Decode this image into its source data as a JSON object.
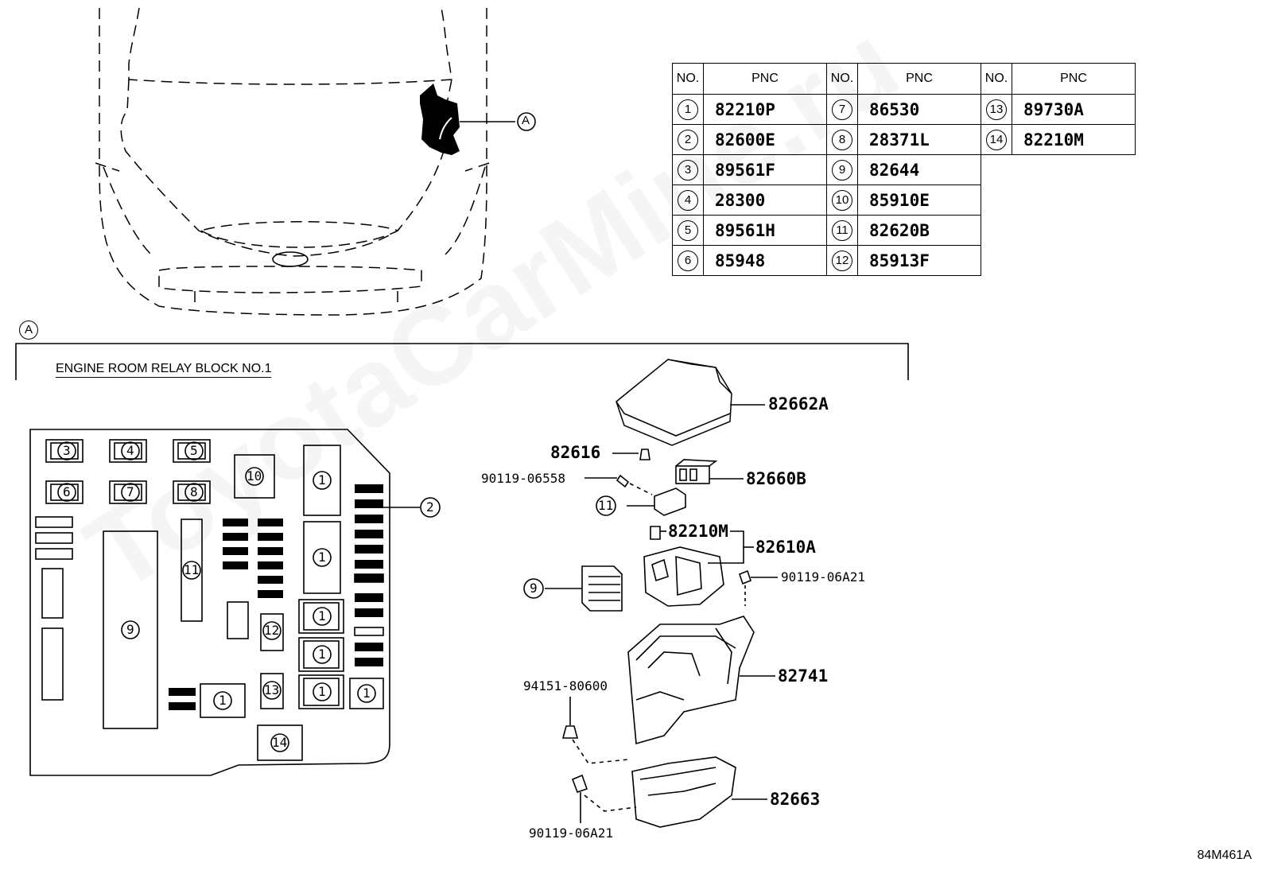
{
  "table": {
    "headers": [
      "NO.",
      "PNC",
      "NO.",
      "PNC",
      "NO.",
      "PNC"
    ],
    "rows": [
      [
        {
          "no": "1",
          "pnc": "82210P"
        },
        {
          "no": "7",
          "pnc": "86530"
        },
        {
          "no": "13",
          "pnc": "89730A"
        }
      ],
      [
        {
          "no": "2",
          "pnc": "82600E"
        },
        {
          "no": "8",
          "pnc": "28371L"
        },
        {
          "no": "14",
          "pnc": "82210M"
        }
      ],
      [
        {
          "no": "3",
          "pnc": "89561F"
        },
        {
          "no": "9",
          "pnc": "82644"
        }
      ],
      [
        {
          "no": "4",
          "pnc": "28300"
        },
        {
          "no": "10",
          "pnc": "85910E"
        }
      ],
      [
        {
          "no": "5",
          "pnc": "89561H"
        },
        {
          "no": "11",
          "pnc": "82620B"
        }
      ],
      [
        {
          "no": "6",
          "pnc": "85948"
        },
        {
          "no": "12",
          "pnc": "85913F"
        }
      ]
    ]
  },
  "view_ref": "A",
  "section_title": "ENGINE ROOM RELAY BLOCK NO.1",
  "layout_callouts": {
    "small_boxes": [
      "3",
      "4",
      "5",
      "6",
      "7",
      "8"
    ],
    "relay_1": "1",
    "fuse_2": "2",
    "relay_9": "9",
    "relay_10": "10",
    "relay_11": "11",
    "relay_12": "12",
    "relay_13": "13",
    "relay_14": "14"
  },
  "exploded_labels": {
    "cover": "82662A",
    "clip": "82616",
    "bolt_top": "90119-06558",
    "connector": "82660B",
    "fuse_11": "11",
    "fuse_m": "82210M",
    "relay_block": "82610A",
    "bolt_mid": "90119-06A21",
    "relay_9": "9",
    "housing": "82741",
    "clip_bottom": "94151-80600",
    "lower_cover": "82663",
    "bolt_bottom": "90119-06A21"
  },
  "diagram_code": "84M461A",
  "watermark": "ToyotaCarMine.ru"
}
